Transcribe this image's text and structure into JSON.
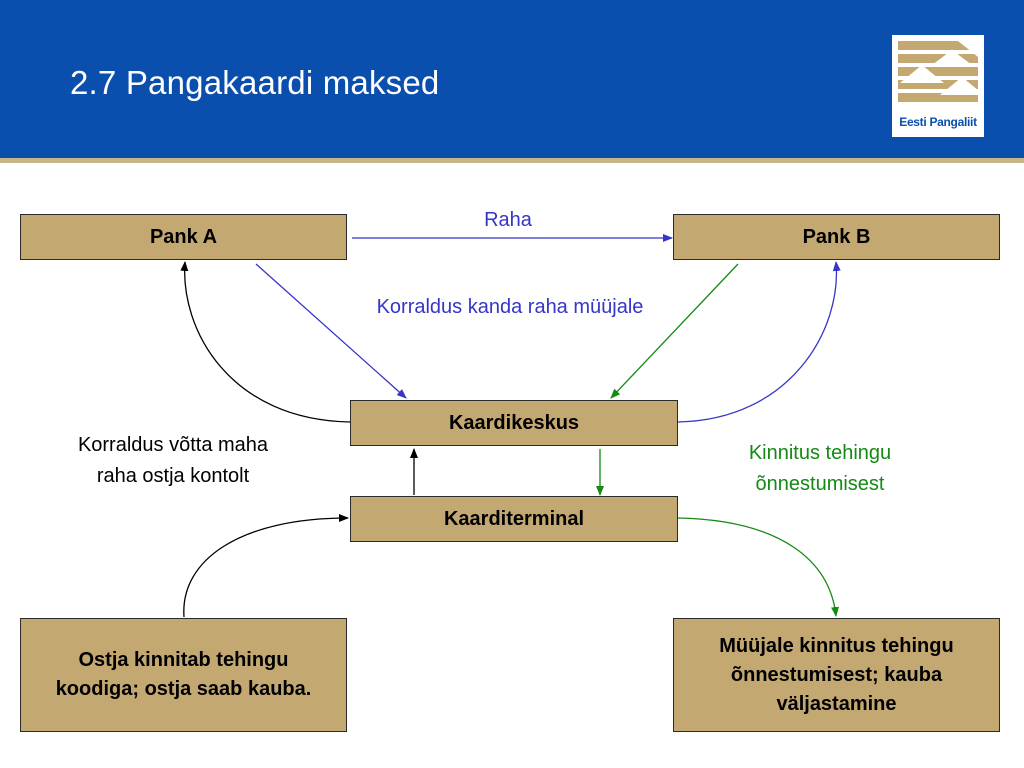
{
  "slide": {
    "title": "2.7 Pangakaardi maksed",
    "logo_text": "Eesti Pangaliit"
  },
  "nodes": {
    "pank_a": "Pank A",
    "pank_b": "Pank B",
    "kaardikeskus": "Kaardikeskus",
    "kaarditerminal": "Kaarditerminal",
    "ostja": "Ostja kinnitab tehingu koodiga; ostja saab kauba.",
    "myyja": "Müüjale kinnitus tehingu õnnestumisest; kauba väljastamine"
  },
  "labels": {
    "raha": "Raha",
    "korraldus_kanda": "Korraldus kanda raha müüjale",
    "korraldus_votta_1": "Korraldus võtta maha",
    "korraldus_votta_2": "raha ostja kontolt",
    "kinnitus_1": "Kinnitus tehingu",
    "kinnitus_2": "õnnestumisest"
  },
  "colors": {
    "header_blue": "#0a4fae",
    "box_fill": "#c4a871",
    "arrow_blue": "#3535c8",
    "arrow_green": "#138a13",
    "arrow_black": "#000000"
  }
}
